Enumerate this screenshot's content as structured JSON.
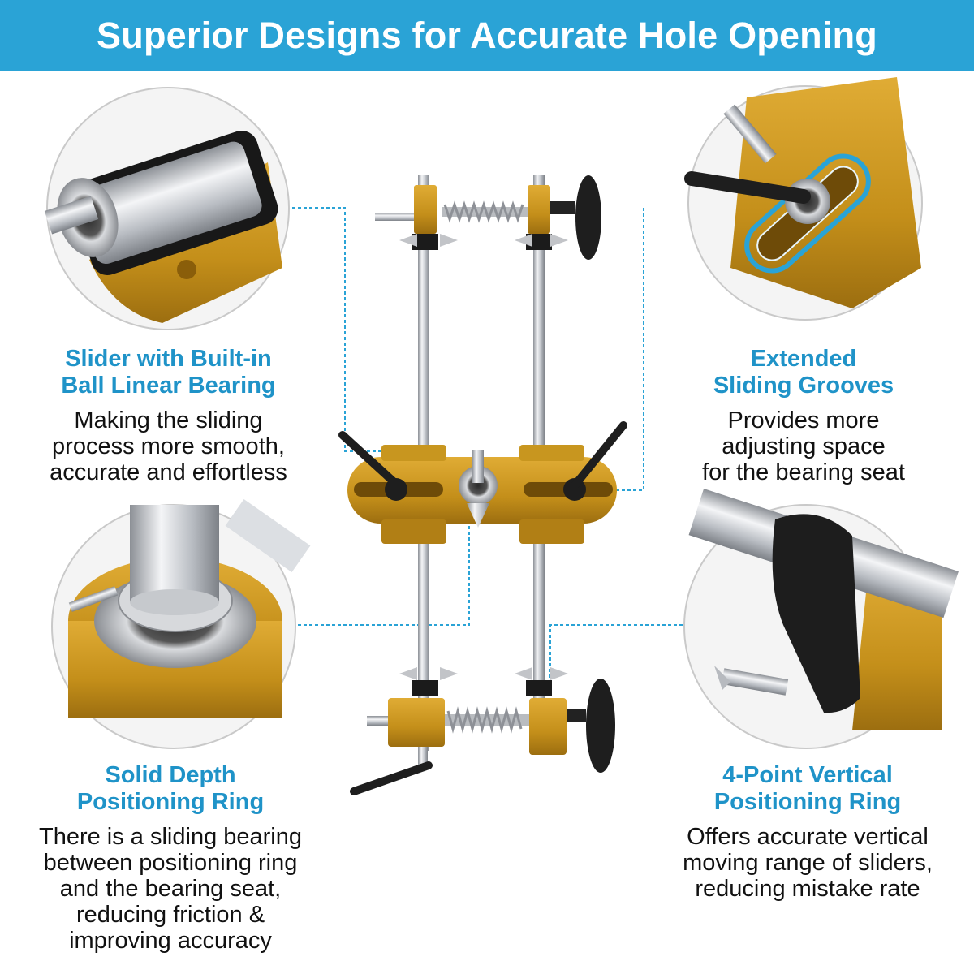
{
  "banner": {
    "title": "Superior Designs for Accurate Hole Opening",
    "background": "#2aa3d6"
  },
  "colors": {
    "accent_text": "#1f93c8",
    "gold": "#c8961f",
    "callout_line": "#2aa3d6"
  },
  "features": [
    {
      "title_lines": [
        "Slider with Built-in",
        "Ball Linear Bearing"
      ],
      "desc_lines": [
        "Making the sliding",
        "process more smooth,",
        "accurate and effortless"
      ]
    },
    {
      "title_lines": [
        "Extended",
        "Sliding Grooves"
      ],
      "desc_lines": [
        "Provides more",
        "adjusting space",
        "for the bearing seat"
      ]
    },
    {
      "title_lines": [
        "Solid Depth",
        "Positioning Ring"
      ],
      "desc_lines": [
        "There is a sliding bearing",
        "between positioning ring",
        "and the bearing seat,",
        "reducing friction &",
        "improving accuracy"
      ]
    },
    {
      "title_lines": [
        "4-Point Vertical",
        "Positioning Ring"
      ],
      "desc_lines": [
        "Offers accurate vertical",
        "moving range of sliders,",
        "reducing mistake rate"
      ]
    }
  ]
}
